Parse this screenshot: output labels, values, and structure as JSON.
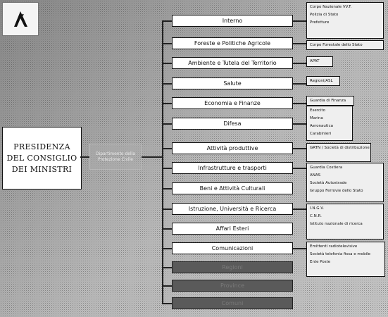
{
  "root": {
    "label": "PRESIDENZA\nDEL CONSIGLIO\nDEI MINISTRI"
  },
  "department": {
    "label": "Dipartimento della Protezione Civile"
  },
  "ministries": [
    {
      "label": "Interno",
      "sub": [
        "Corpo Nazionale VV.F.",
        "Polizia di Stato",
        "Prefetture"
      ]
    },
    {
      "label": "Foreste e Politiche Agricole",
      "sub": [
        "Corpo Forestale dello Stato"
      ]
    },
    {
      "label": "Ambiente e Tutela del Territorio",
      "sub": [
        "APAT"
      ]
    },
    {
      "label": "Salute",
      "sub": [
        "Regioni/ASL"
      ]
    },
    {
      "label": "Economia e Finanze",
      "sub": [
        "Guardia di Finanza"
      ]
    },
    {
      "label": "Difesa",
      "sub": [
        "Esercito",
        "Marina",
        "Aeronautica",
        "Carabinieri"
      ]
    },
    {
      "label": "Attività produttive",
      "sub": [
        "GRTN / Società di distribuzione"
      ]
    },
    {
      "label": "Infrastrutture e trasporti",
      "sub": [
        "Guardia Costiera",
        "ANAS",
        "Società Autostrade",
        "Gruppo Ferrovie dello Stato"
      ]
    },
    {
      "label": "Beni e Attività Culturali",
      "sub": []
    },
    {
      "label": "Istruzione, Università e Ricerca",
      "sub": [
        "I.N.G.V.",
        "C.N.R.",
        "Istituto nazionale di ricerca"
      ]
    },
    {
      "label": "Affari Esteri",
      "sub": []
    },
    {
      "label": "Comunicazioni",
      "sub": [
        "Emittenti radiotelevisive",
        "Società telefonia fissa e mobile",
        "Ente Poste"
      ]
    },
    {
      "label": "Regioni",
      "sub": []
    },
    {
      "label": "Province",
      "sub": []
    },
    {
      "label": "Comuni",
      "sub": []
    }
  ]
}
